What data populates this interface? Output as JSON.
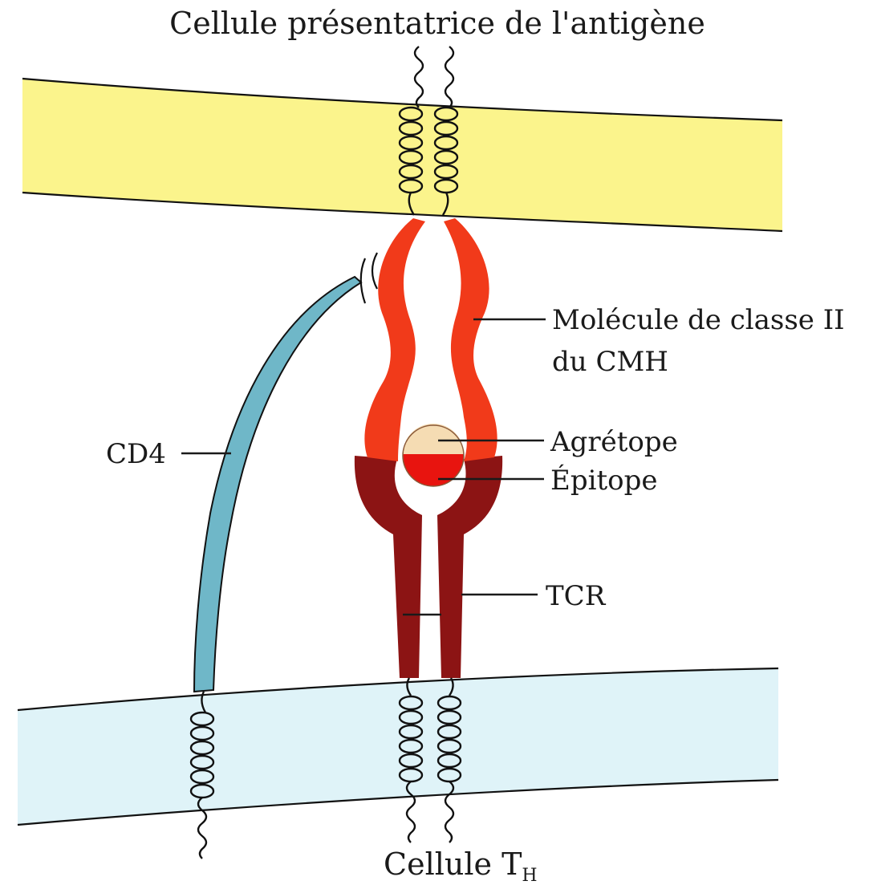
{
  "labels": {
    "apc_cell": "Cellule présentatrice de l'antigène",
    "mhc_line1": "Molécule de classe II",
    "mhc_line2": "du CMH",
    "agretope": "Agrétope",
    "epitope": "Épitope",
    "cd4": "CD4",
    "tcr": "TCR",
    "th_cell_main": "Cellule T",
    "th_cell_sub": "H"
  },
  "colors": {
    "apc_membrane": "#fbf48c",
    "th_membrane": "#dff3f8",
    "mhc": "#f13a1a",
    "tcr": "#8c1414",
    "cd4": "#6fb7c8",
    "agretope": "#f5dcb3",
    "epitope": "#e8140f"
  }
}
